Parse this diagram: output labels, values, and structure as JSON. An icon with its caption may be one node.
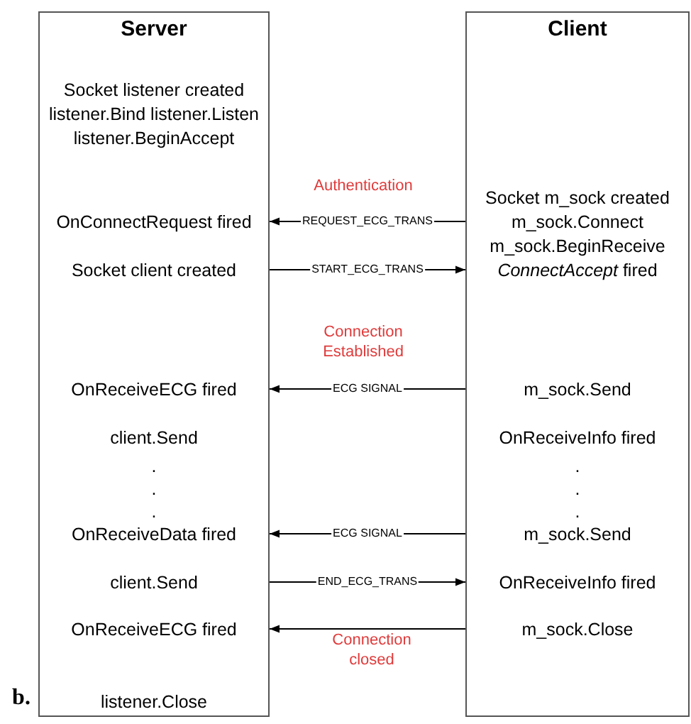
{
  "diagram": {
    "nodes": [
      {
        "text": [
          "Server",
          "Socket listener created listener.Bind listener.Listen listener.BeginAccept",
          "OnConnectRequest fired",
          "Socket client created",
          "OnReceiveECG fired",
          "client.Send",
          ".",
          ".",
          ".",
          "OnReceiveData fired",
          "client.Send",
          "OnReceiveECG fired",
          "listener.Close"
        ]
      },
      {
        "text": [
          "Client",
          "Socket m_sock created",
          "m_sock.Connect",
          "m_sock.BeginReceive",
          "*ConnectAccept* fired",
          "m_sock.Send",
          "OnReceiveInfo fired",
          ".",
          ".",
          ".",
          "m_sock.Send",
          "OnReceiveInfo fired",
          "m_sock.Close"
        ]
      }
    ],
    "edges": [
      {
        "from": 1,
        "to": 0,
        "arrow": "to",
        "label": "REQUEST_ECG_TRANS"
      },
      {
        "from": 0,
        "to": 1,
        "arrow": "to",
        "label": "START_ECG_TRANS"
      },
      {
        "from": 1,
        "to": 0,
        "arrow": "to",
        "label": "ECG SIGNAL"
      },
      {
        "from": 1,
        "to": 0,
        "arrow": "to",
        "label": "ECG SIGNAL"
      },
      {
        "from": 0,
        "to": 1,
        "arrow": "to",
        "label": "END_ECG_TRANS"
      },
      {
        "from": 1,
        "to": 0,
        "arrow": "to"
      }
    ],
    "labels": [
      "Authentication",
      "Connection Established",
      "Connection closed",
      "b."
    ]
  }
}
